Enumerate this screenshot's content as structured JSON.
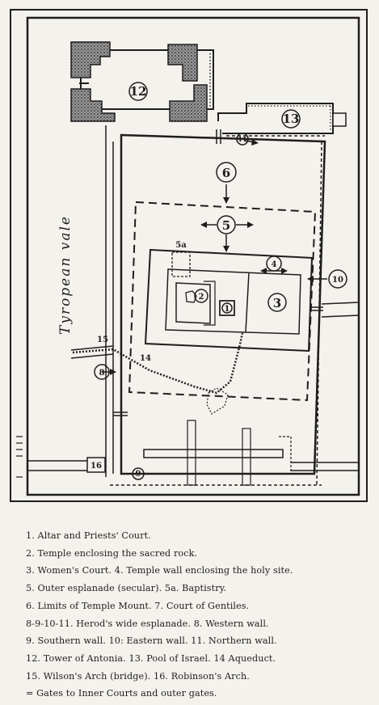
{
  "diagram": {
    "region_label": "Tyropean vale",
    "markers": {
      "n1": "1",
      "n2": "2",
      "n3": "3",
      "n4": "4",
      "n5": "5",
      "n5a": "5a",
      "n6": "6",
      "n8": "8",
      "n9": "9",
      "n10": "10",
      "n11": "11",
      "n12": "12",
      "n13": "13",
      "n14": "14",
      "n15": "15",
      "n16": "16"
    }
  },
  "legend": [
    "1.  Altar and Priests' Court.",
    "2.  Temple enclosing the sacred rock.",
    "3.  Women's Court.   4.  Temple wall enclosing the holy site.",
    "5.  Outer esplanade (secular).   5a.  Baptistry.",
    "6.  Limits of Temple Mount.   7.  Court of Gentiles.",
    "8-9-10-11.  Herod's wide esplanade.   8.  Western wall.",
    "9.  Southern wall.   10:  Eastern wall.   11.  Northern wall.",
    "12.  Tower of Antonia.   13.  Pool of Israel.   14  Aqueduct.",
    "15.  Wilson's Arch (bridge).   16.  Robinson's Arch.",
    "=   Gates to Inner Courts and outer gates."
  ]
}
